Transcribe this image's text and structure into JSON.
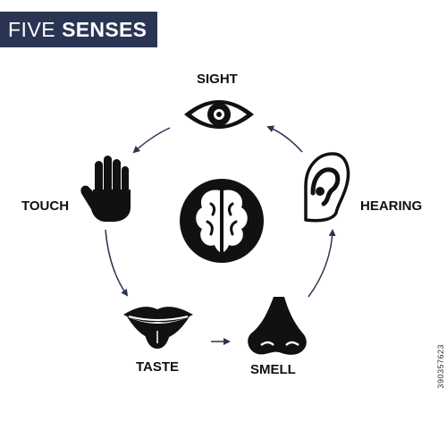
{
  "title": {
    "light": "FIVE",
    "bold": "SENSES"
  },
  "senses": {
    "sight": "SIGHT",
    "hearing": "HEARING",
    "smell": "SMELL",
    "taste": "TASTE",
    "touch": "TOUCH"
  },
  "center_icon": "brain-icon",
  "icons": [
    "eye-icon",
    "ear-icon",
    "nose-icon",
    "mouth-icon",
    "hand-icon"
  ],
  "colors": {
    "banner": "#2a3553",
    "icon": "#111111",
    "arrow": "#2a3553"
  },
  "watermark": "390357623"
}
